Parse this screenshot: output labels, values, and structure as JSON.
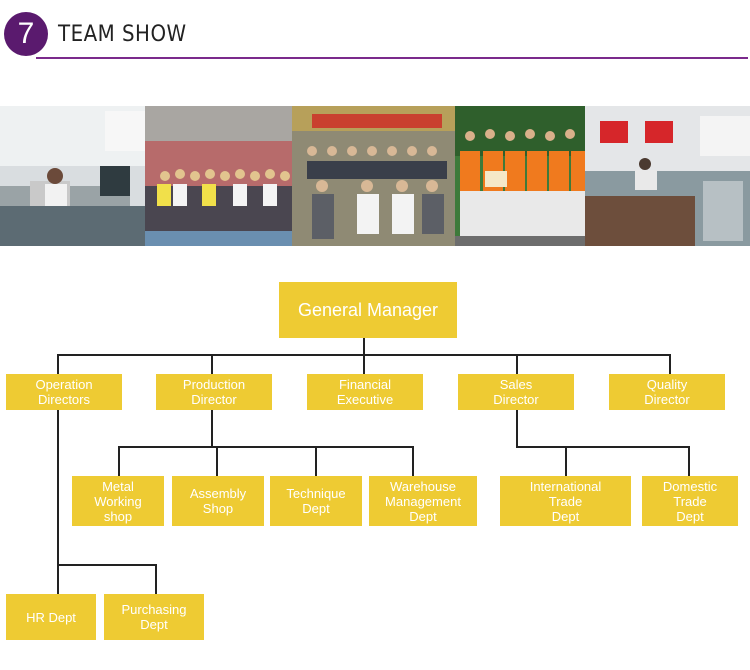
{
  "header": {
    "number": "7",
    "title": "TEAM SHOW"
  },
  "colors": {
    "accent": "#7b2a8c",
    "box_fill": "#eecb33",
    "box_text": "#ffffff",
    "line": "#222222"
  },
  "photos": [
    {
      "name": "office-photo-1",
      "description": "office"
    },
    {
      "name": "group-photo-1",
      "description": "group"
    },
    {
      "name": "group-photo-2",
      "description": "group"
    },
    {
      "name": "group-photo-3",
      "description": "group"
    },
    {
      "name": "office-photo-2",
      "description": "office"
    }
  ],
  "org": {
    "general_manager": "General Manager",
    "operation_directors": "Operation\nDirectors",
    "production_director": "Production\nDirector",
    "financial_executive": "Financial\nExecutive",
    "sales_director": "Sales\nDirector",
    "quality_director": "Quality\nDirector",
    "metal_working_shop": "Metal\nWorking\nshop",
    "assembly_shop": "Assembly\nShop",
    "technique_dept": "Technique\nDept",
    "warehouse_management_dept": "Warehouse\nManagement\nDept",
    "international_trade_dept": "International\nTrade\nDept",
    "domestic_trade_dept": "Domestic\nTrade\nDept",
    "hr_dept": "HR Dept",
    "purchasing_dept": "Purchasing\nDept"
  }
}
